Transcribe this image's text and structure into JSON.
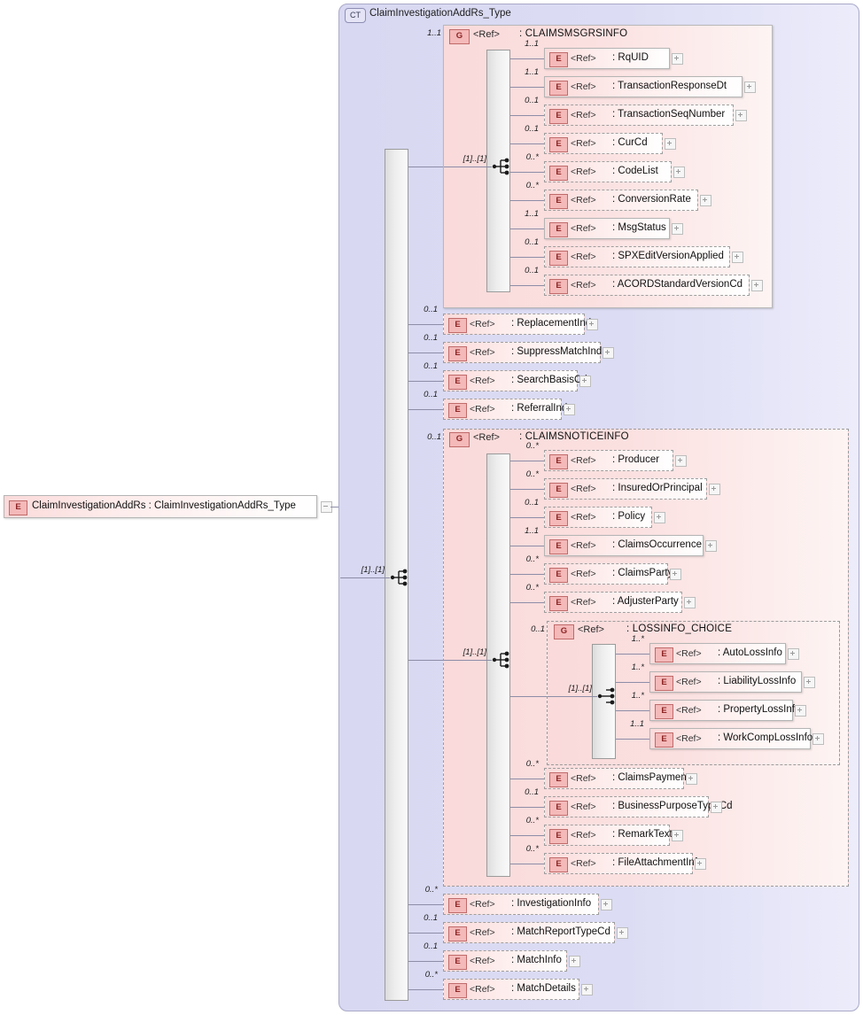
{
  "diagram": {
    "kind": "xml-schema-diagram",
    "root_element": {
      "badge": "E",
      "label": "ClaimInvestigationAddRs  : ClaimInvestigationAddRs_Type",
      "expander": "minus"
    },
    "complex_type": {
      "badge": "CT",
      "title": "ClaimInvestigationAddRs_Type",
      "compositor": "sequence",
      "compositor_occurs": "[1]..[1]"
    },
    "colors": {
      "element_fill": "#fbdada",
      "group_fill": "#fadada",
      "ct_fill": "#dcdcf4",
      "badge_red": "#f4b9b9",
      "line": "#8d8da8"
    }
  },
  "ref_label": "<Ref>",
  "groups": {
    "claims_msg_rs_info": {
      "badge": "G",
      "ref": "<Ref>",
      "name": ": CLAIMSMSGRSINFO",
      "occurs": "1..1",
      "required": true,
      "compositor": "sequence",
      "compositor_occurs": "[1]..[1]",
      "children": [
        {
          "badge": "E",
          "ref": "<Ref>",
          "name": ": RqUID",
          "occurs": "1..1",
          "required": true
        },
        {
          "badge": "E",
          "ref": "<Ref>",
          "name": ": TransactionResponseDt",
          "occurs": "1..1",
          "required": true
        },
        {
          "badge": "E",
          "ref": "<Ref>",
          "name": ": TransactionSeqNumber",
          "occurs": "0..1",
          "required": false
        },
        {
          "badge": "E",
          "ref": "<Ref>",
          "name": ": CurCd",
          "occurs": "0..1",
          "required": false
        },
        {
          "badge": "E",
          "ref": "<Ref>",
          "name": ": CodeList",
          "occurs": "0..*",
          "required": false
        },
        {
          "badge": "E",
          "ref": "<Ref>",
          "name": ": ConversionRate",
          "occurs": "0..*",
          "required": false
        },
        {
          "badge": "E",
          "ref": "<Ref>",
          "name": ": MsgStatus",
          "occurs": "1..1",
          "required": true
        },
        {
          "badge": "E",
          "ref": "<Ref>",
          "name": ": SPXEditVersionApplied",
          "occurs": "0..1",
          "required": false
        },
        {
          "badge": "E",
          "ref": "<Ref>",
          "name": ": ACORDStandardVersionCd",
          "occurs": "0..1",
          "required": false
        }
      ]
    },
    "claims_notice_info": {
      "badge": "G",
      "ref": "<Ref>",
      "name": ": CLAIMSNOTICEINFO",
      "occurs": "0..1",
      "required": false,
      "compositor": "sequence",
      "compositor_occurs": "[1]..[1]",
      "children": [
        {
          "badge": "E",
          "ref": "<Ref>",
          "name": ": Producer",
          "occurs": "0..*",
          "required": false
        },
        {
          "badge": "E",
          "ref": "<Ref>",
          "name": ": InsuredOrPrincipal",
          "occurs": "0..*",
          "required": false
        },
        {
          "badge": "E",
          "ref": "<Ref>",
          "name": ": Policy",
          "occurs": "0..1",
          "required": false
        },
        {
          "badge": "E",
          "ref": "<Ref>",
          "name": ": ClaimsOccurrence",
          "occurs": "1..1",
          "required": true
        },
        {
          "badge": "E",
          "ref": "<Ref>",
          "name": ": ClaimsParty",
          "occurs": "0..*",
          "required": false
        },
        {
          "badge": "E",
          "ref": "<Ref>",
          "name": ": AdjusterParty",
          "occurs": "0..*",
          "required": false
        }
      ],
      "children_after": [
        {
          "badge": "E",
          "ref": "<Ref>",
          "name": ": ClaimsPayment",
          "occurs": "0..*",
          "required": false
        },
        {
          "badge": "E",
          "ref": "<Ref>",
          "name": ": BusinessPurposeTypeCd",
          "occurs": "0..1",
          "required": false
        },
        {
          "badge": "E",
          "ref": "<Ref>",
          "name": ": RemarkText",
          "occurs": "0..*",
          "required": false
        },
        {
          "badge": "E",
          "ref": "<Ref>",
          "name": ": FileAttachmentInfo",
          "occurs": "0..*",
          "required": false
        }
      ]
    },
    "lossinfo_choice": {
      "badge": "G",
      "ref": "<Ref>",
      "name": ": LOSSINFO_CHOICE",
      "occurs": "0..1",
      "required": false,
      "compositor": "choice",
      "compositor_occurs": "[1]..[1]",
      "children": [
        {
          "badge": "E",
          "ref": "<Ref>",
          "name": ": AutoLossInfo",
          "occurs": "1..*",
          "required": true
        },
        {
          "badge": "E",
          "ref": "<Ref>",
          "name": ": LiabilityLossInfo",
          "occurs": "1..*",
          "required": true
        },
        {
          "badge": "E",
          "ref": "<Ref>",
          "name": ": PropertyLossInfo",
          "occurs": "1..*",
          "required": true
        },
        {
          "badge": "E",
          "ref": "<Ref>",
          "name": ": WorkCompLossInfo",
          "occurs": "1..1",
          "required": true
        }
      ]
    }
  },
  "top_level_elements_mid": [
    {
      "badge": "E",
      "ref": "<Ref>",
      "name": ": ReplacementInd",
      "occurs": "0..1",
      "required": false
    },
    {
      "badge": "E",
      "ref": "<Ref>",
      "name": ": SuppressMatchInd",
      "occurs": "0..1",
      "required": false
    },
    {
      "badge": "E",
      "ref": "<Ref>",
      "name": ": SearchBasisCd",
      "occurs": "0..1",
      "required": false
    },
    {
      "badge": "E",
      "ref": "<Ref>",
      "name": ": ReferralInd",
      "occurs": "0..1",
      "required": false
    }
  ],
  "top_level_elements_bottom": [
    {
      "badge": "E",
      "ref": "<Ref>",
      "name": ": InvestigationInfo",
      "occurs": "0..*",
      "required": false
    },
    {
      "badge": "E",
      "ref": "<Ref>",
      "name": ": MatchReportTypeCd",
      "occurs": "0..1",
      "required": false
    },
    {
      "badge": "E",
      "ref": "<Ref>",
      "name": ": MatchInfo",
      "occurs": "0..1",
      "required": false
    },
    {
      "badge": "E",
      "ref": "<Ref>",
      "name": ": MatchDetails",
      "occurs": "0..*",
      "required": false
    }
  ]
}
